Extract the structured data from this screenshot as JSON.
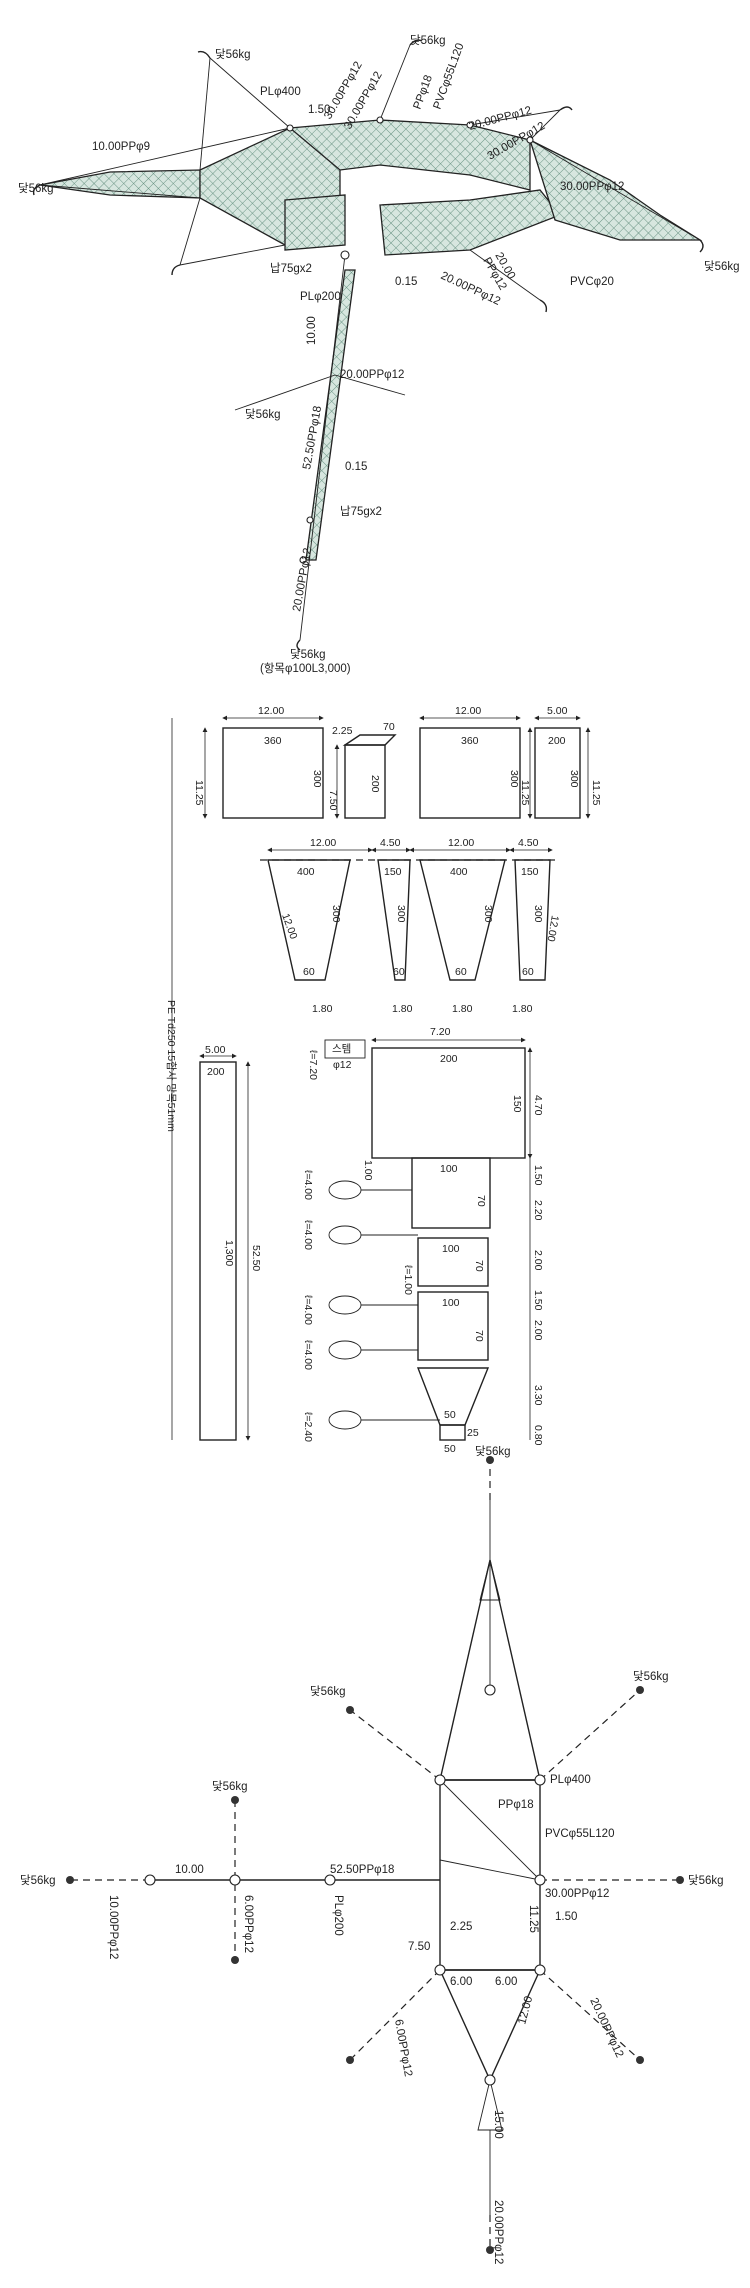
{
  "top_view": {
    "anchors": [
      "닻56kg",
      "닻56kg",
      "닻56kg",
      "닻56kg",
      "닻56kg",
      "닻56kg"
    ],
    "labels": {
      "pl400": "PLφ400",
      "w150": "1.50",
      "rope1": "30.00PPφ12",
      "rope2": "30.00PPφ12",
      "pp18": "PPφ18",
      "pvc55": "PVCφ55L120",
      "rope3": "20.00PPφ12",
      "rope4": "30.00PPφ12",
      "rope5": "30.00PPφ12",
      "rope6": "10.00PPφ9",
      "rope7": "20.00PPφ12",
      "rope8": "20.00",
      "rope8b": "PPφ12",
      "lead": "납75gx2",
      "gap": "0.15",
      "pvc20": "PVCφ20",
      "pl200": "PLφ200",
      "len1000": "10.00",
      "rope9": "20.00PPφ12",
      "leader": "52.50PPφ18",
      "gap2": "0.15",
      "lead2": "납75gx2",
      "rope10": "20.00PPφ12",
      "bottom_anchor": "닻56kg",
      "bottom_note": "(항목φ100L3,000)"
    }
  },
  "net_plan": {
    "dims": [
      "12.00",
      "2.25",
      "70",
      "12.00",
      "5.00",
      "11.25",
      "7.50",
      "11.25",
      "11.25"
    ],
    "panel_labels": [
      "360",
      "300",
      "200",
      "360",
      "300",
      "200",
      "300"
    ],
    "wing_dims": [
      "12.00",
      "4.50",
      "12.00",
      "4.50"
    ],
    "wing_labels": [
      "400",
      "150",
      "400",
      "150",
      "300",
      "300",
      "300",
      "300",
      "60",
      "60",
      "60",
      "60"
    ],
    "wing_side": [
      "12.00",
      "12.00"
    ],
    "wing_bottom": [
      "1.80",
      "1.80",
      "1.80",
      "1.80"
    ],
    "vertical_note": "PE Td250 15합사 망목51mm",
    "leader_dims": [
      "5.00",
      "200",
      "1,300",
      "52.50"
    ],
    "bag_top": "7.20",
    "stem": "스템",
    "stem_d": "φ12",
    "l720": "ℓ=7.20",
    "bag_labels": [
      "200",
      "150",
      "4.70",
      "100",
      "70",
      "100",
      "70",
      "100",
      "70",
      "50",
      "50",
      "25"
    ],
    "side_dims": [
      "1.50",
      "2.20",
      "2.00",
      "1.50",
      "2.00",
      "3.30",
      "0.80"
    ],
    "left_dims": [
      "1.00",
      "ℓ=4.00",
      "ℓ=4.00",
      "ℓ=1.00",
      "ℓ=4.00",
      "ℓ=4.00",
      "ℓ=2.40"
    ]
  },
  "layout": {
    "anchors": [
      "닻56kg",
      "닻56kg",
      "닻56kg",
      "닻56kg",
      "닻56kg",
      "닻56kg"
    ],
    "labels": {
      "pl400": "PLφ400",
      "pp18": "PPφ18",
      "pvc": "PVCφ55L120",
      "rope30": "30.00PPφ12",
      "w150": "1.50",
      "h1125": "11.25",
      "l1000": "10.00",
      "leader": "52.50PPφ18",
      "pl200": "PLφ200",
      "r10": "10.00PPφ12",
      "r6a": "6.00PPφ12",
      "d225": "2.25",
      "d750": "7.50",
      "d600a": "6.00",
      "d600b": "6.00",
      "r6b": "6.00PPφ12",
      "r20a": "20.00PPφ12",
      "d1200": "12.00",
      "d1500": "15.00",
      "r20b": "20.00PPφ12"
    }
  },
  "colors": {
    "net": "#8fb5a6",
    "line": "#222222"
  }
}
